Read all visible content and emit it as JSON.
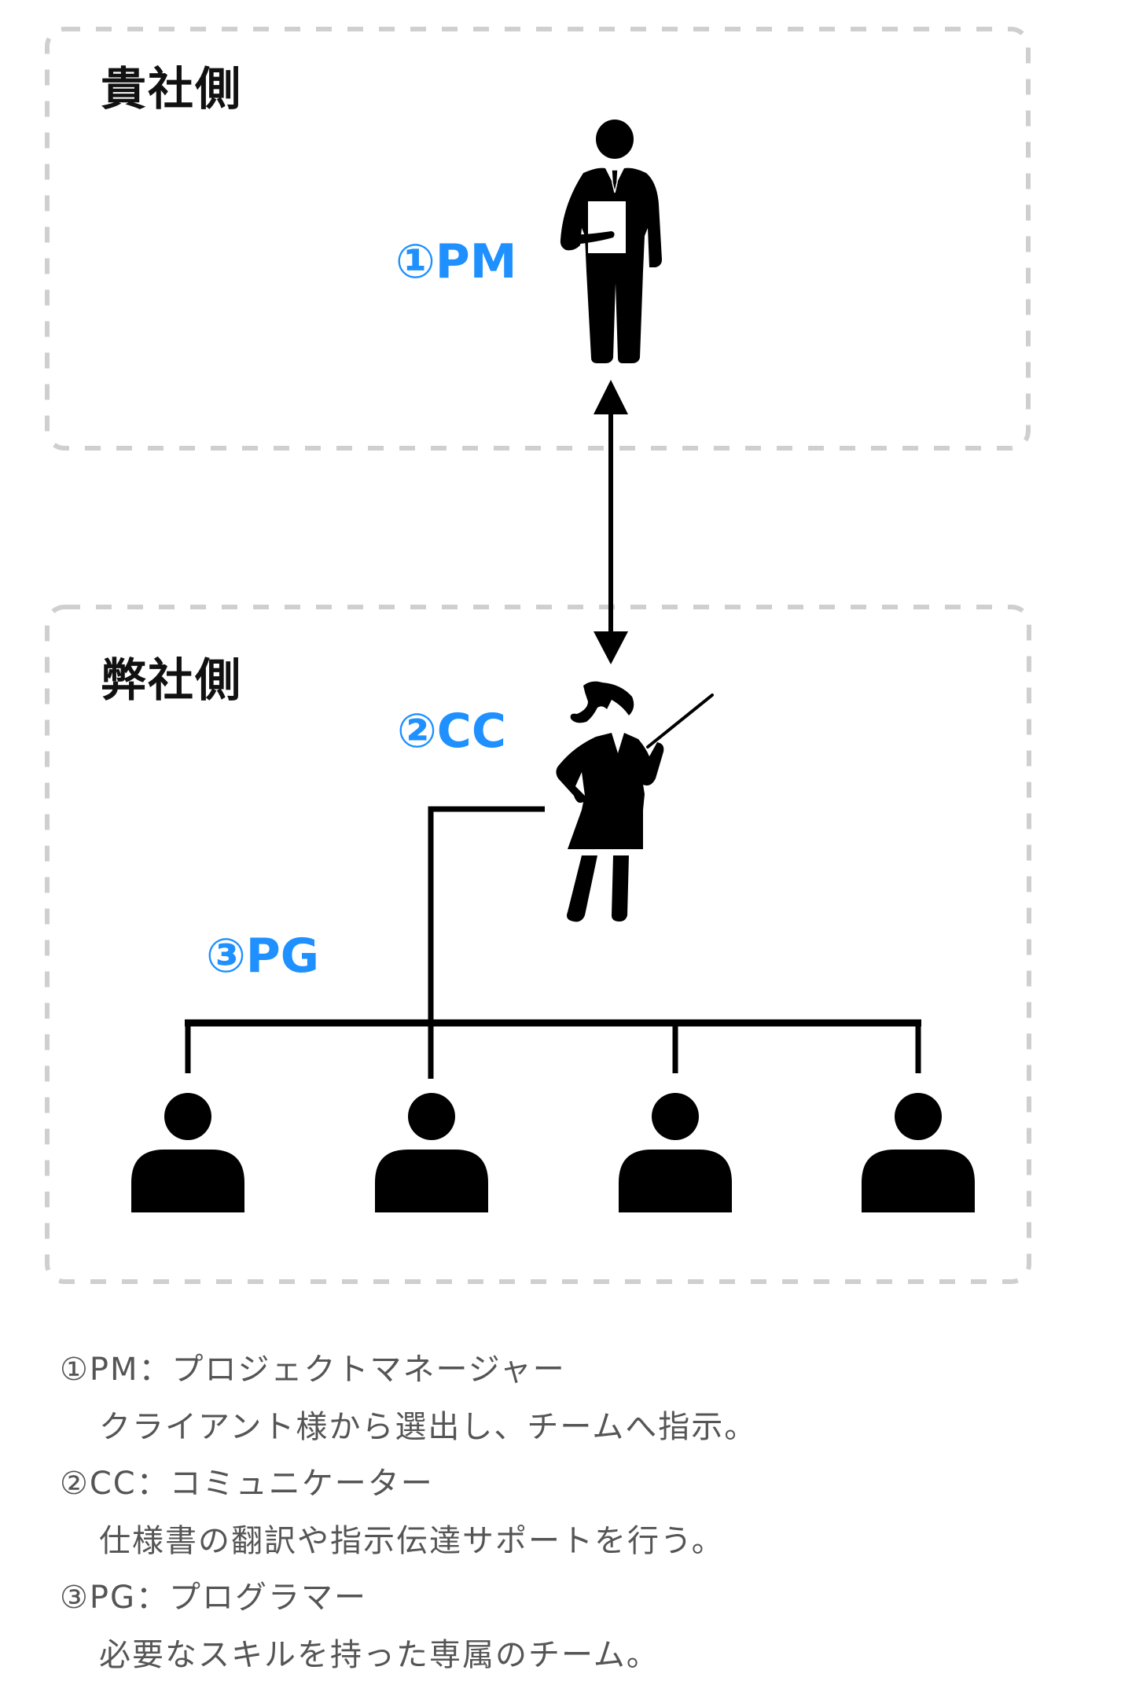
{
  "colors": {
    "accent": "#1e90ff",
    "figure": "#000000",
    "box_border": "#cfcfcf",
    "legend_text": "#555555",
    "heading_text": "#111111"
  },
  "client_side": {
    "heading": "貴社側",
    "role": {
      "number": "①",
      "code": "PM",
      "label": "①PM",
      "icon": "businessman-with-clipboard-icon"
    }
  },
  "our_side": {
    "heading": "弊社側",
    "communicator": {
      "number": "②",
      "code": "CC",
      "label": "②CC",
      "icon": "woman-with-pointer-icon"
    },
    "programmers": {
      "number": "③",
      "code": "PG",
      "label": "③PG",
      "members": [
        {
          "icon": "person-icon"
        },
        {
          "icon": "person-icon"
        },
        {
          "icon": "person-icon"
        },
        {
          "icon": "person-icon"
        }
      ]
    }
  },
  "connector": {
    "type": "bidirectional-arrow",
    "between": [
      "PM",
      "CC"
    ]
  },
  "legend": [
    {
      "title": "①PM：プロジェクトマネージャー",
      "description": "クライアント様から選出し、チームへ指示。"
    },
    {
      "title": "②CC：コミュニケーター",
      "description": "仕様書の翻訳や指示伝達サポートを行う。"
    },
    {
      "title": "③PG：プログラマー",
      "description": "必要なスキルを持った専属のチーム。"
    }
  ]
}
